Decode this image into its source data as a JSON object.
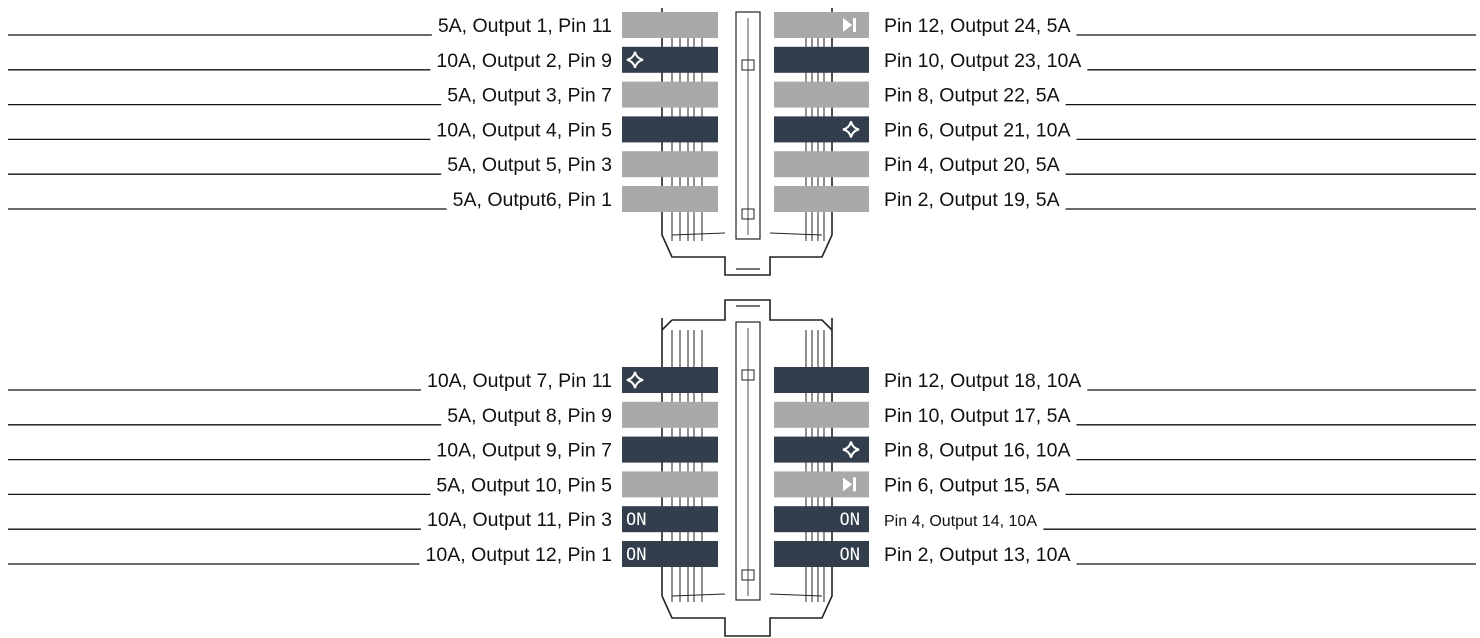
{
  "colors": {
    "dark": "#323e4c",
    "light": "#a9a9a9",
    "line": "#222222",
    "text": "#111111",
    "white": "#ffffff"
  },
  "blocks": [
    {
      "id": "upper",
      "left": [
        {
          "label": "5A, Output 1, Pin 11",
          "amp": 5,
          "icon": ""
        },
        {
          "label": "10A, Output 2, Pin 9",
          "amp": 10,
          "icon": "diamond-star-icon"
        },
        {
          "label": "5A, Output 3, Pin 7",
          "amp": 5,
          "icon": ""
        },
        {
          "label": "10A, Output 4, Pin 5",
          "amp": 10,
          "icon": ""
        },
        {
          "label": "5A, Output 5, Pin 3",
          "amp": 5,
          "icon": ""
        },
        {
          "label": "5A, Output6, Pin 1",
          "amp": 5,
          "icon": ""
        }
      ],
      "right": [
        {
          "label": "Pin 12, Output 24, 5A",
          "amp": 5,
          "icon": "play-bar-icon"
        },
        {
          "label": "Pin 10, Output 23, 10A",
          "amp": 10,
          "icon": ""
        },
        {
          "label": "Pin 8, Output 22, 5A",
          "amp": 5,
          "icon": ""
        },
        {
          "label": "Pin 6, Output 21, 10A",
          "amp": 10,
          "icon": "diamond-star-icon"
        },
        {
          "label": "Pin 4, Output 20, 5A",
          "amp": 5,
          "icon": ""
        },
        {
          "label": "Pin 2, Output 19, 5A",
          "amp": 5,
          "icon": ""
        }
      ]
    },
    {
      "id": "lower",
      "left": [
        {
          "label": "10A, Output 7, Pin 11",
          "amp": 10,
          "icon": "diamond-star-icon"
        },
        {
          "label": "5A, Output 8, Pin 9",
          "amp": 5,
          "icon": ""
        },
        {
          "label": "10A, Output 9, Pin 7",
          "amp": 10,
          "icon": ""
        },
        {
          "label": "5A, Output 10, Pin 5",
          "amp": 5,
          "icon": ""
        },
        {
          "label": "10A, Output 11, Pin 3",
          "amp": 10,
          "icon": "on-text",
          "badge": "ON"
        },
        {
          "label": "10A, Output 12, Pin 1",
          "amp": 10,
          "icon": "on-text",
          "badge": "ON"
        }
      ],
      "right": [
        {
          "label": "Pin 12, Output 18, 10A",
          "amp": 10,
          "icon": ""
        },
        {
          "label": "Pin 10, Output 17, 5A",
          "amp": 5,
          "icon": ""
        },
        {
          "label": "Pin 8, Output 16, 10A",
          "amp": 10,
          "icon": "diamond-star-icon"
        },
        {
          "label": "Pin 6, Output 15, 5A",
          "amp": 5,
          "icon": "play-bar-icon"
        },
        {
          "label": "Pin 4, Output 14, 10A",
          "amp": 10,
          "icon": "on-text",
          "badge": "ON"
        },
        {
          "label": "Pin 2, Output 13, 10A",
          "amp": 10,
          "icon": "on-text",
          "badge": "ON"
        }
      ]
    }
  ]
}
